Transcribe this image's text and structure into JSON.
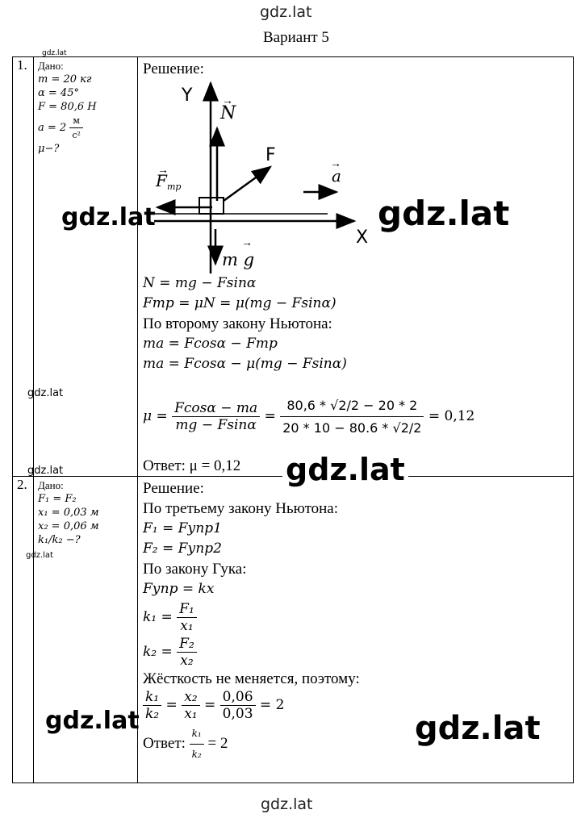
{
  "watermark": "gdz.lat",
  "header": {
    "title": "Вариант 5"
  },
  "task1": {
    "number": "1.",
    "given_label": "Дано:",
    "given": [
      "m = 20 кг",
      "α = 45°",
      "F = 80,6 Н",
      "a = 2",
      "μ−?"
    ],
    "unit_num": "м",
    "unit_den": "с²",
    "solution_label": "Решение:",
    "diagram": {
      "axis_y": "Y",
      "axis_x": "X",
      "n": "N",
      "f": "F",
      "a": "a",
      "ftr": "F",
      "ftr_sub": "тр",
      "mg": "m g"
    },
    "lines": [
      "N = mg − Fsinα",
      "Fтр = μN = μ(mg − Fsinα)",
      "По второму закону Ньютона:",
      "ma = Fcosα − Fтр",
      "ma = Fcosα − μ(mg − Fsinα)"
    ],
    "formula": {
      "mu": "μ =",
      "num1": "Fcosα − ma",
      "den1": "mg − Fsinα",
      "eq": "=",
      "num2": "80,6 * √2/2 − 20 * 2",
      "den2": "20 * 10 − 80.6 * √2/2",
      "result": "= 0,12"
    },
    "answer": "Ответ: μ = 0,12"
  },
  "task2": {
    "number": "2.",
    "given_label": "Дано:",
    "given": [
      "F₁ = F₂",
      "x₁ = 0,03 м",
      "x₂ = 0,06 м",
      "k₁/k₂ −?"
    ],
    "solution_label": "Решение:",
    "lines": [
      "По третьему закону Ньютона:",
      "F₁ = Fупр1",
      "F₂ = Fупр2",
      "По закону Гука:",
      "Fупр = kx"
    ],
    "k1": {
      "lhs": "k₁ =",
      "num": "F₁",
      "den": "x₁"
    },
    "k2": {
      "lhs": "k₂ =",
      "num": "F₂",
      "den": "x₂"
    },
    "stiffness_text": "Жёсткость не меняется, поэтому:",
    "ratio": {
      "n1": "k₁",
      "d1": "k₂",
      "n2": "x₂",
      "d2": "x₁",
      "n3": "0,06",
      "d3": "0,03",
      "result": "= 2"
    },
    "answer_label": "Ответ:",
    "answer_num": "k₁",
    "answer_den": "k₂",
    "answer_result": "= 2"
  }
}
